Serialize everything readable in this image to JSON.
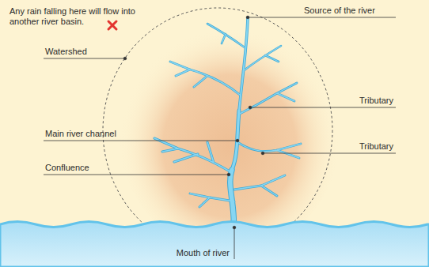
{
  "diagram": {
    "labels": [
      "Any rain falling here will flow into another river basin.",
      "Source of the river",
      "Watershed",
      "Tributary",
      "Main river channel",
      "Tributary",
      "Confluence",
      "Mouth of river"
    ]
  }
}
